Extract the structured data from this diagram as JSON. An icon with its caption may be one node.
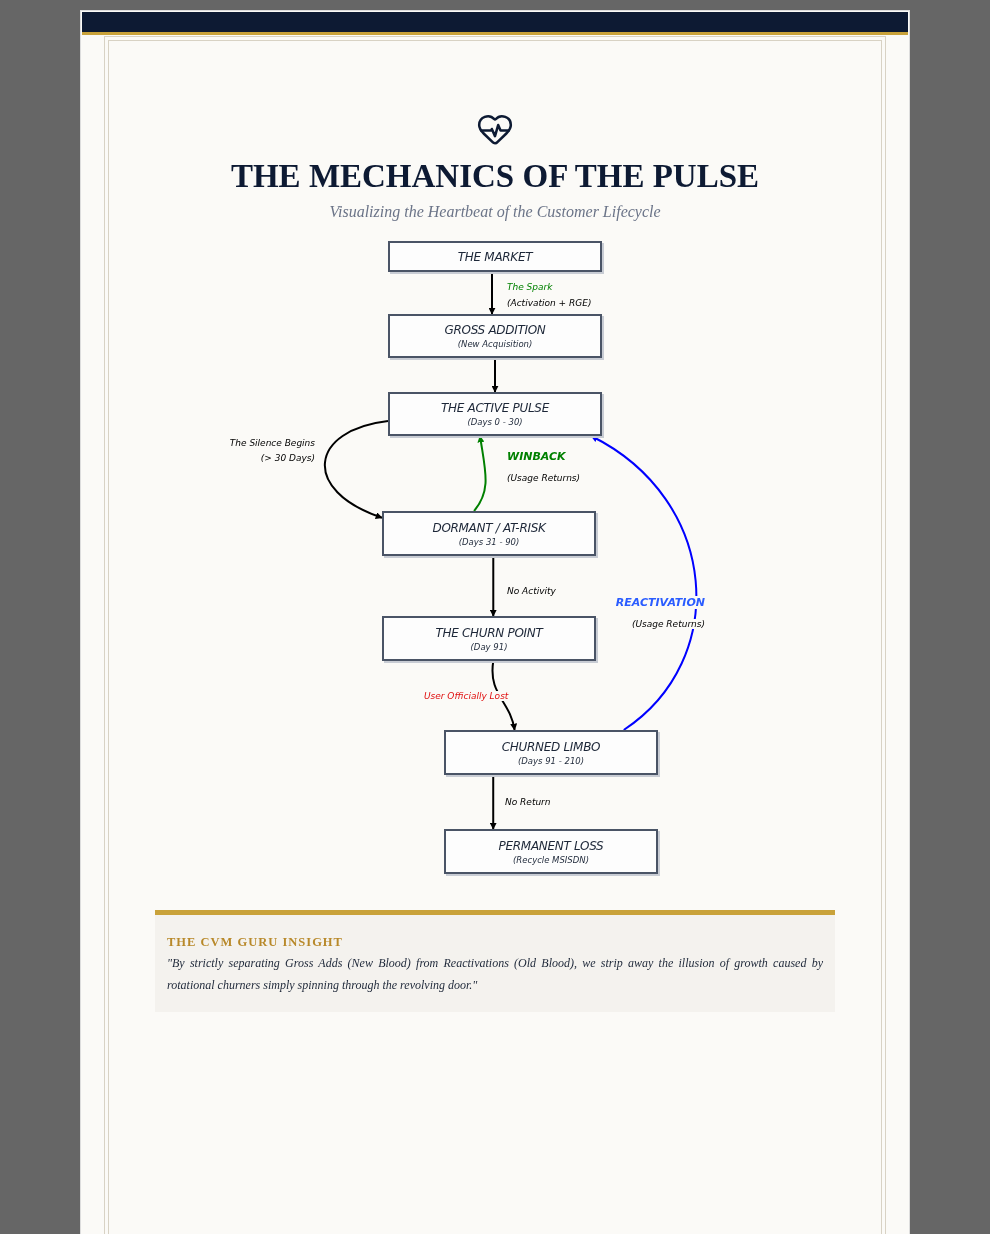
{
  "diagram": {
    "title": "THE MECHANICS OF THE PULSE",
    "nodes": [
      {
        "text": [
          "THE MARKET"
        ]
      },
      {
        "text": [
          "GROSS ADDITION",
          "(New Acquisition)"
        ]
      },
      {
        "text": [
          "THE ACTIVE PULSE",
          "(Days 0 - 30)"
        ]
      },
      {
        "text": [
          "DORMANT / AT-RISK",
          "(Days 31 - 90)"
        ]
      },
      {
        "text": [
          "THE CHURN POINT",
          "(Day 91)"
        ]
      },
      {
        "text": [
          "CHURNED LIMBO",
          "(Days 91 - 210)"
        ]
      },
      {
        "text": [
          "PERMANENT LOSS",
          "(Recycle MSISDN)"
        ]
      },
      {
        "text": [
          "THE CVM GURU INSIGHT",
          "\"By strictly separating Gross Adds (New Blood) from Reactivations (Old Blood), we strip away the illusion of growth caused by rotational churners simply spinning through the revolving door.\""
        ]
      }
    ],
    "edges": [
      {
        "from": 0,
        "to": 1,
        "arrow": "to",
        "label": "The Spark"
      },
      {
        "from": 1,
        "to": 2,
        "arrow": "to"
      },
      {
        "from": 2,
        "to": 3,
        "arrow": "to",
        "label": "The Silence Begins"
      },
      {
        "from": 3,
        "to": 2,
        "arrow": "to",
        "label": "WINBACK",
        "color": "#008000"
      },
      {
        "from": 3,
        "to": 4,
        "arrow": "to",
        "label": "No Activity"
      },
      {
        "from": 4,
        "to": 5,
        "arrow": "to",
        "label": "User Officially Lost"
      },
      {
        "from": 5,
        "to": 2,
        "arrow": "to",
        "label": "REACTIVATION",
        "color": "#0000ff"
      },
      {
        "from": 5,
        "to": 6,
        "arrow": "to",
        "label": "No Return"
      }
    ],
    "labels": [
      "Visualizing the Heartbeat of the Customer Lifecycle",
      "(Activation + RGE)",
      "(> 30 Days)",
      "(Usage Returns)",
      "(Usage Returns)"
    ]
  }
}
